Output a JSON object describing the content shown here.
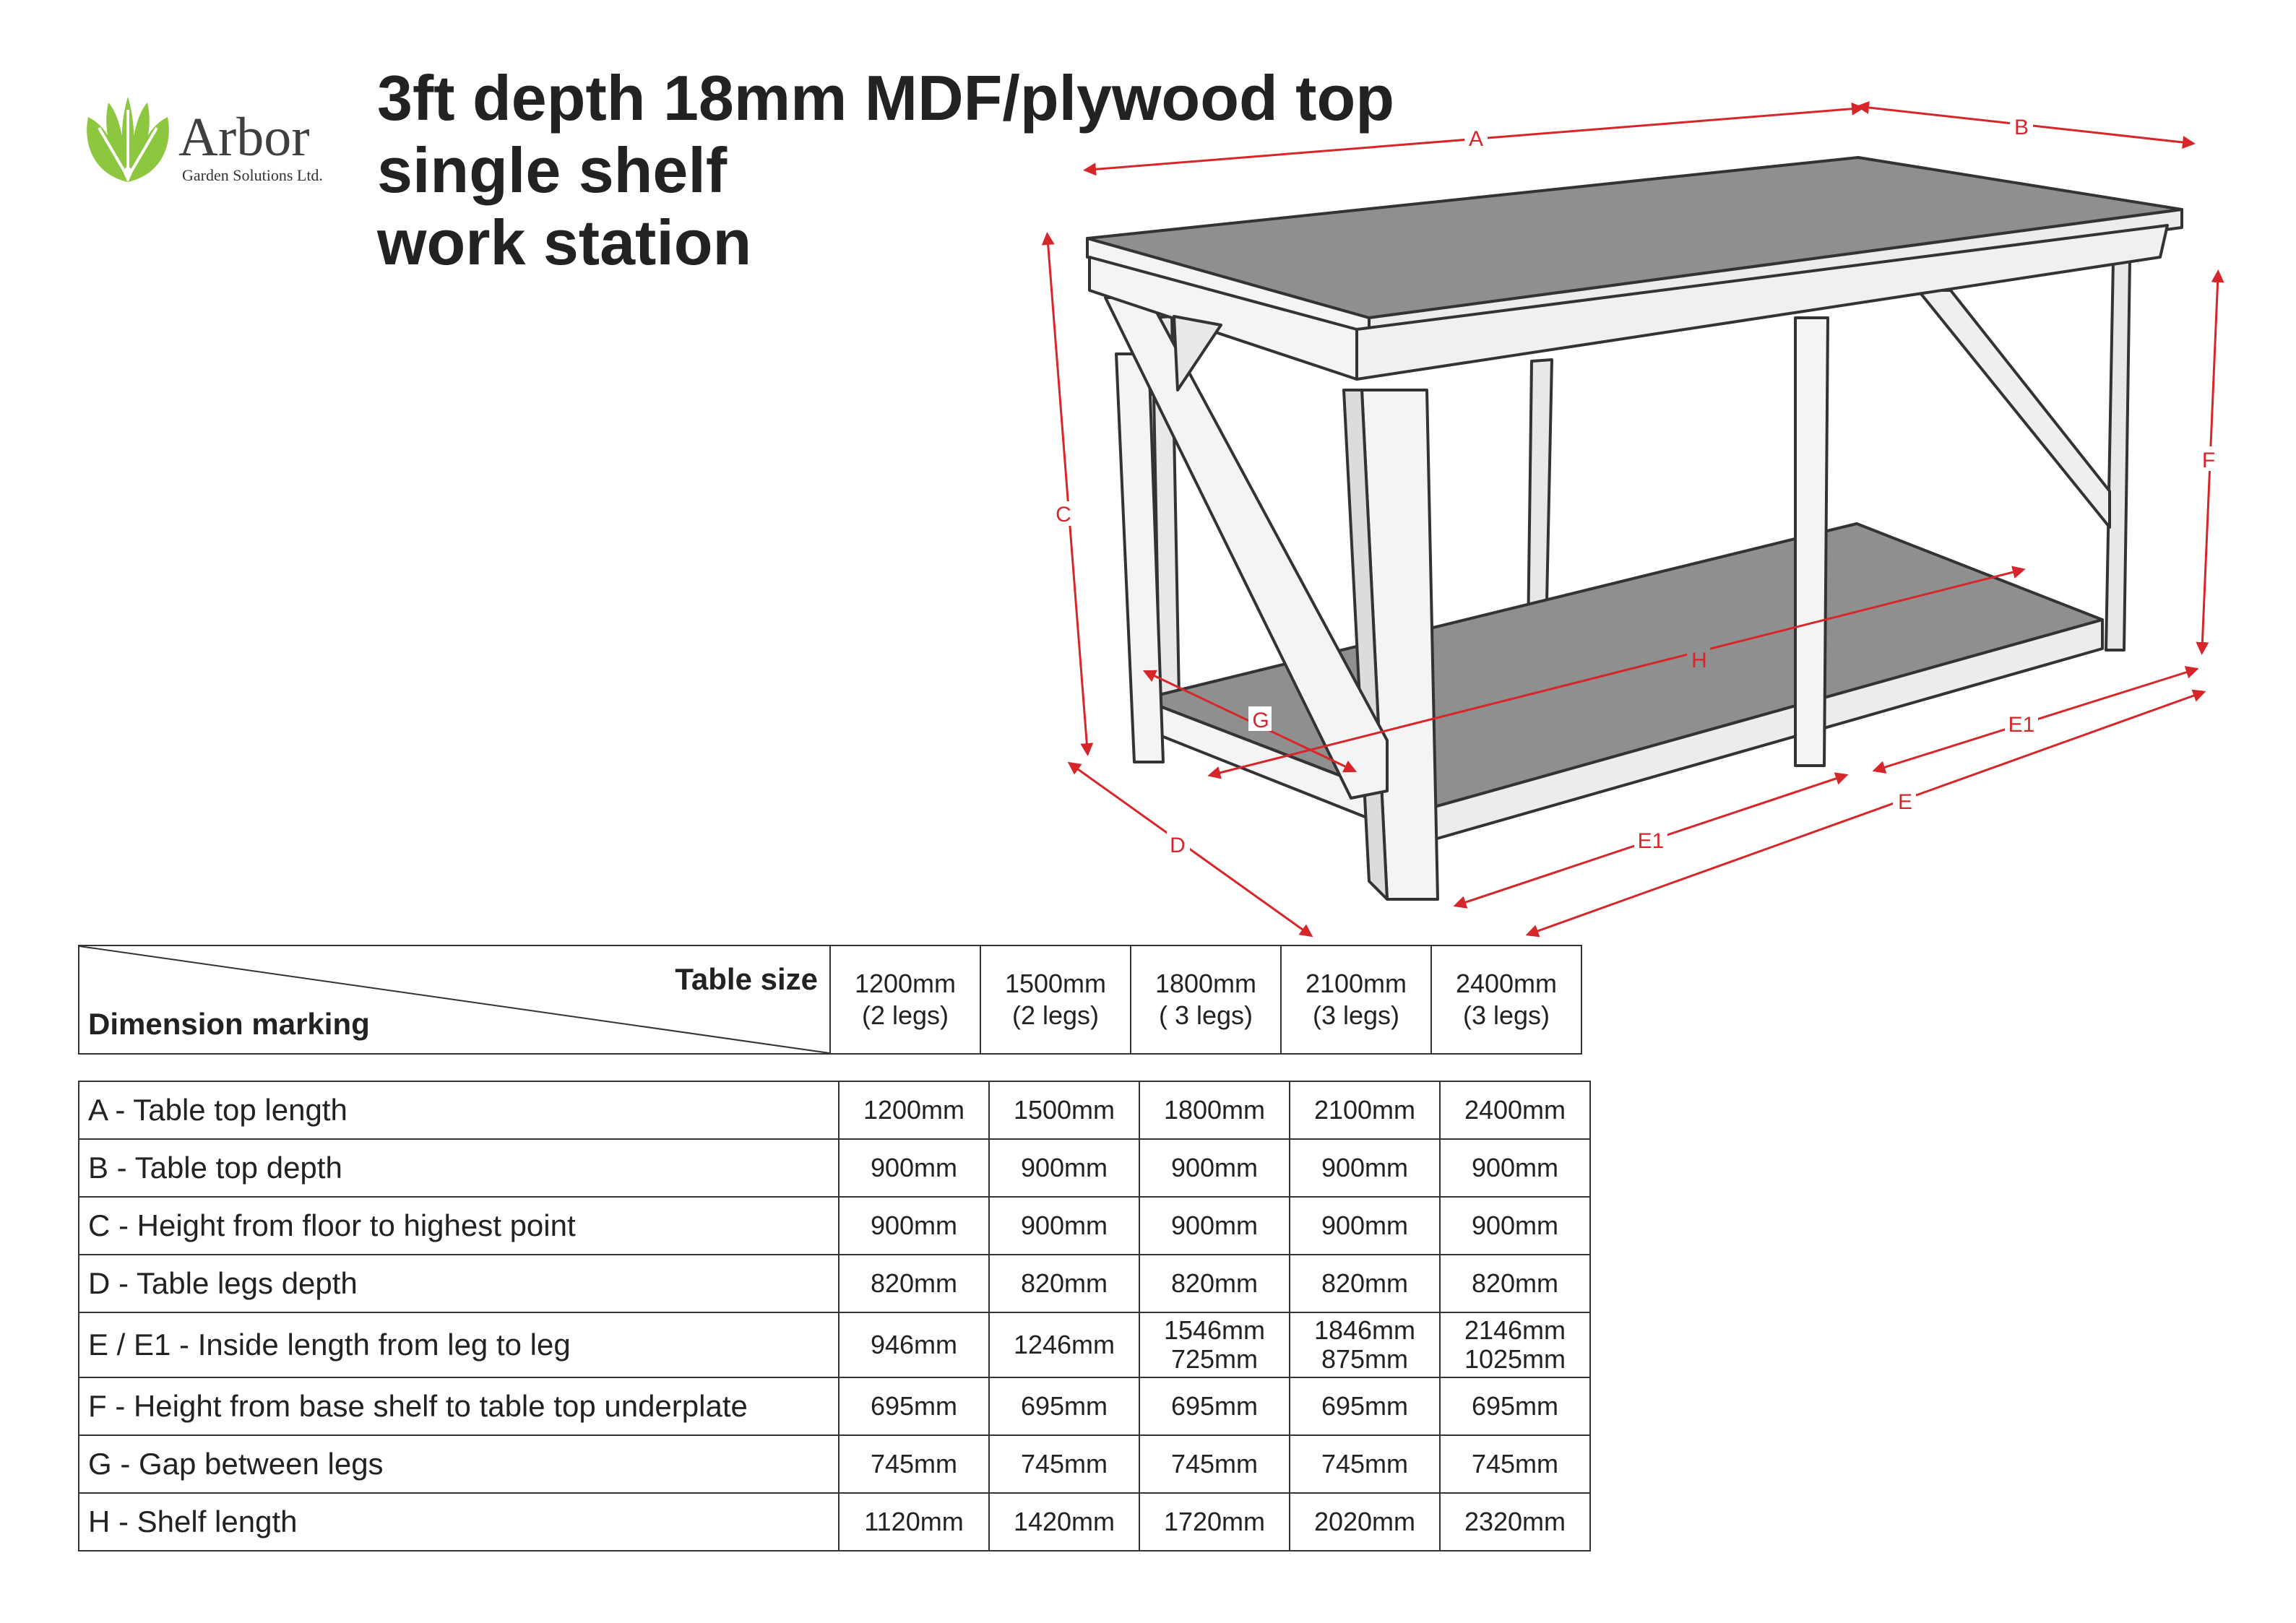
{
  "brand": {
    "name": "Arbor",
    "subtitle": "Garden Solutions Ltd.",
    "leaf_color": "#8dc63f"
  },
  "title_lines": [
    "3ft depth 18mm MDF/plywood top",
    "single shelf",
    "work station"
  ],
  "diagram": {
    "labels": {
      "A": "A",
      "B": "B",
      "C": "C",
      "D": "D",
      "E": "E",
      "E1a": "E1",
      "E1b": "E1",
      "F": "F",
      "G": "G",
      "H": "H"
    },
    "dimension_color": "#d7262a",
    "top_color": "#8f8f8f"
  },
  "table": {
    "header_top": "Table size",
    "header_bottom": "Dimension marking",
    "sizes": [
      {
        "size": "1200mm",
        "legs": "(2 legs)"
      },
      {
        "size": "1500mm",
        "legs": "(2 legs)"
      },
      {
        "size": "1800mm",
        "legs": "( 3 legs)"
      },
      {
        "size": "2100mm",
        "legs": "(3 legs)"
      },
      {
        "size": "2400mm",
        "legs": "(3 legs)"
      }
    ],
    "rows": [
      {
        "label": "A - Table top length",
        "values": [
          "1200mm",
          "1500mm",
          "1800mm",
          "2100mm",
          "2400mm"
        ]
      },
      {
        "label": "B - Table top depth",
        "values": [
          "900mm",
          "900mm",
          "900mm",
          "900mm",
          "900mm"
        ]
      },
      {
        "label": "C - Height from floor to highest point",
        "values": [
          "900mm",
          "900mm",
          "900mm",
          "900mm",
          "900mm"
        ]
      },
      {
        "label": "D - Table legs depth",
        "values": [
          "820mm",
          "820mm",
          "820mm",
          "820mm",
          "820mm"
        ]
      },
      {
        "label": "E / E1 - Inside length from leg to leg",
        "values": [
          "946mm",
          "1246mm",
          "1546mm",
          "1846mm",
          "2146mm"
        ],
        "values2": [
          "",
          "",
          "725mm",
          "875mm",
          "1025mm"
        ]
      },
      {
        "label": "F - Height from base shelf to table top underplate",
        "values": [
          "695mm",
          "695mm",
          "695mm",
          "695mm",
          "695mm"
        ]
      },
      {
        "label": "G - Gap between legs",
        "values": [
          "745mm",
          "745mm",
          "745mm",
          "745mm",
          "745mm"
        ]
      },
      {
        "label": "H - Shelf length",
        "values": [
          "1120mm",
          "1420mm",
          "1720mm",
          "2020mm",
          "2320mm"
        ]
      }
    ]
  }
}
